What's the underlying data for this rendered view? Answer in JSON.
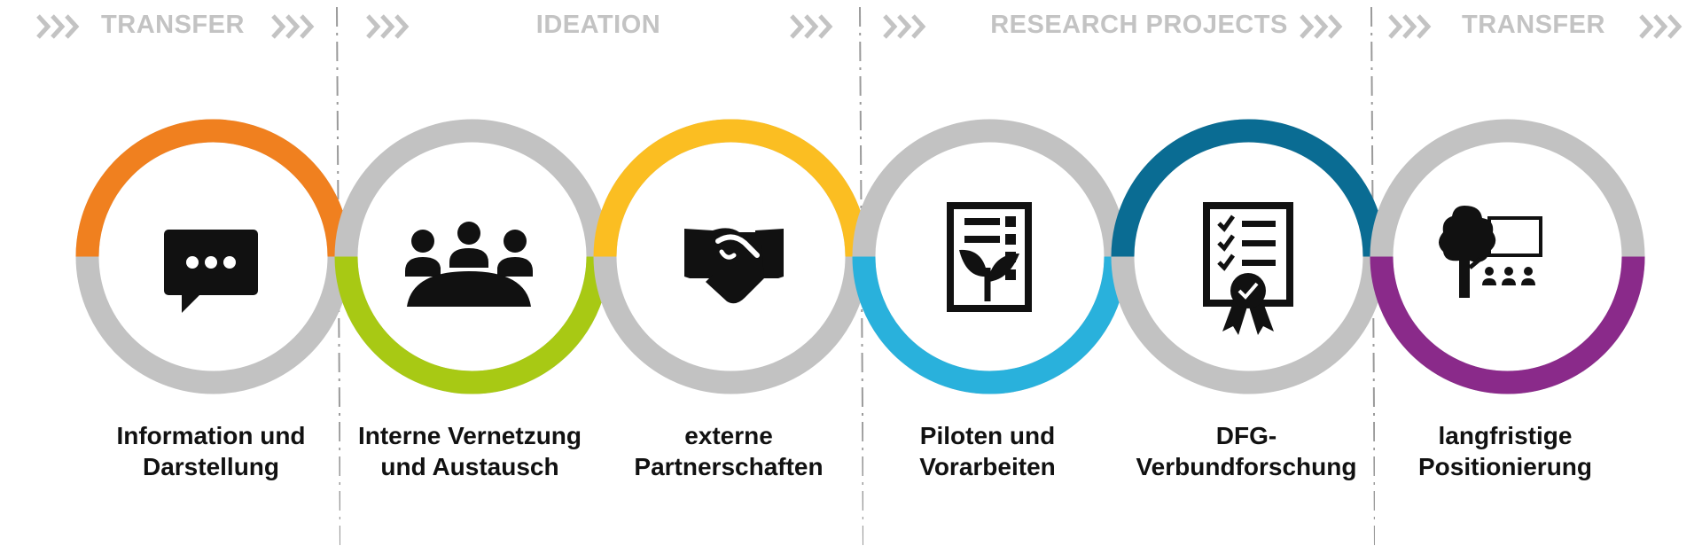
{
  "colors": {
    "phase_text": "#c3c3c3",
    "ring_inactive": "#c2c2c2",
    "orange": "#f0801f",
    "green": "#a8c914",
    "yellow": "#fbbe22",
    "cyan": "#29b1dc",
    "blue": "#0a6c93",
    "purple": "#8a2a8a",
    "icon": "#111111",
    "label": "#111111"
  },
  "phases": [
    {
      "label": "TRANSFER"
    },
    {
      "label": "IDEATION"
    },
    {
      "label": "RESEARCH PROJECTS"
    },
    {
      "label": "TRANSFER"
    }
  ],
  "steps": [
    {
      "icon": "speech-bubble-icon",
      "accent": "orange",
      "accent_half": "top",
      "label_lines": [
        "Information und",
        "Darstellung"
      ]
    },
    {
      "icon": "meeting-table-icon",
      "accent": "green",
      "accent_half": "bottom",
      "label_lines": [
        "Interne Vernetzung",
        "und Austausch"
      ]
    },
    {
      "icon": "handshake-icon",
      "accent": "yellow",
      "accent_half": "top",
      "label_lines": [
        "externe",
        "Partnerschaften"
      ]
    },
    {
      "icon": "plant-checklist-icon",
      "accent": "cyan",
      "accent_half": "bottom",
      "label_lines": [
        "Piloten und",
        "Vorarbeiten"
      ]
    },
    {
      "icon": "certificate-checklist-icon",
      "accent": "blue",
      "accent_half": "top",
      "label_lines": [
        "DFG-",
        "Verbundforschung"
      ]
    },
    {
      "icon": "tree-presentation-icon",
      "accent": "purple",
      "accent_half": "bottom",
      "label_lines": [
        "langfristige",
        "Positionierung"
      ]
    }
  ]
}
